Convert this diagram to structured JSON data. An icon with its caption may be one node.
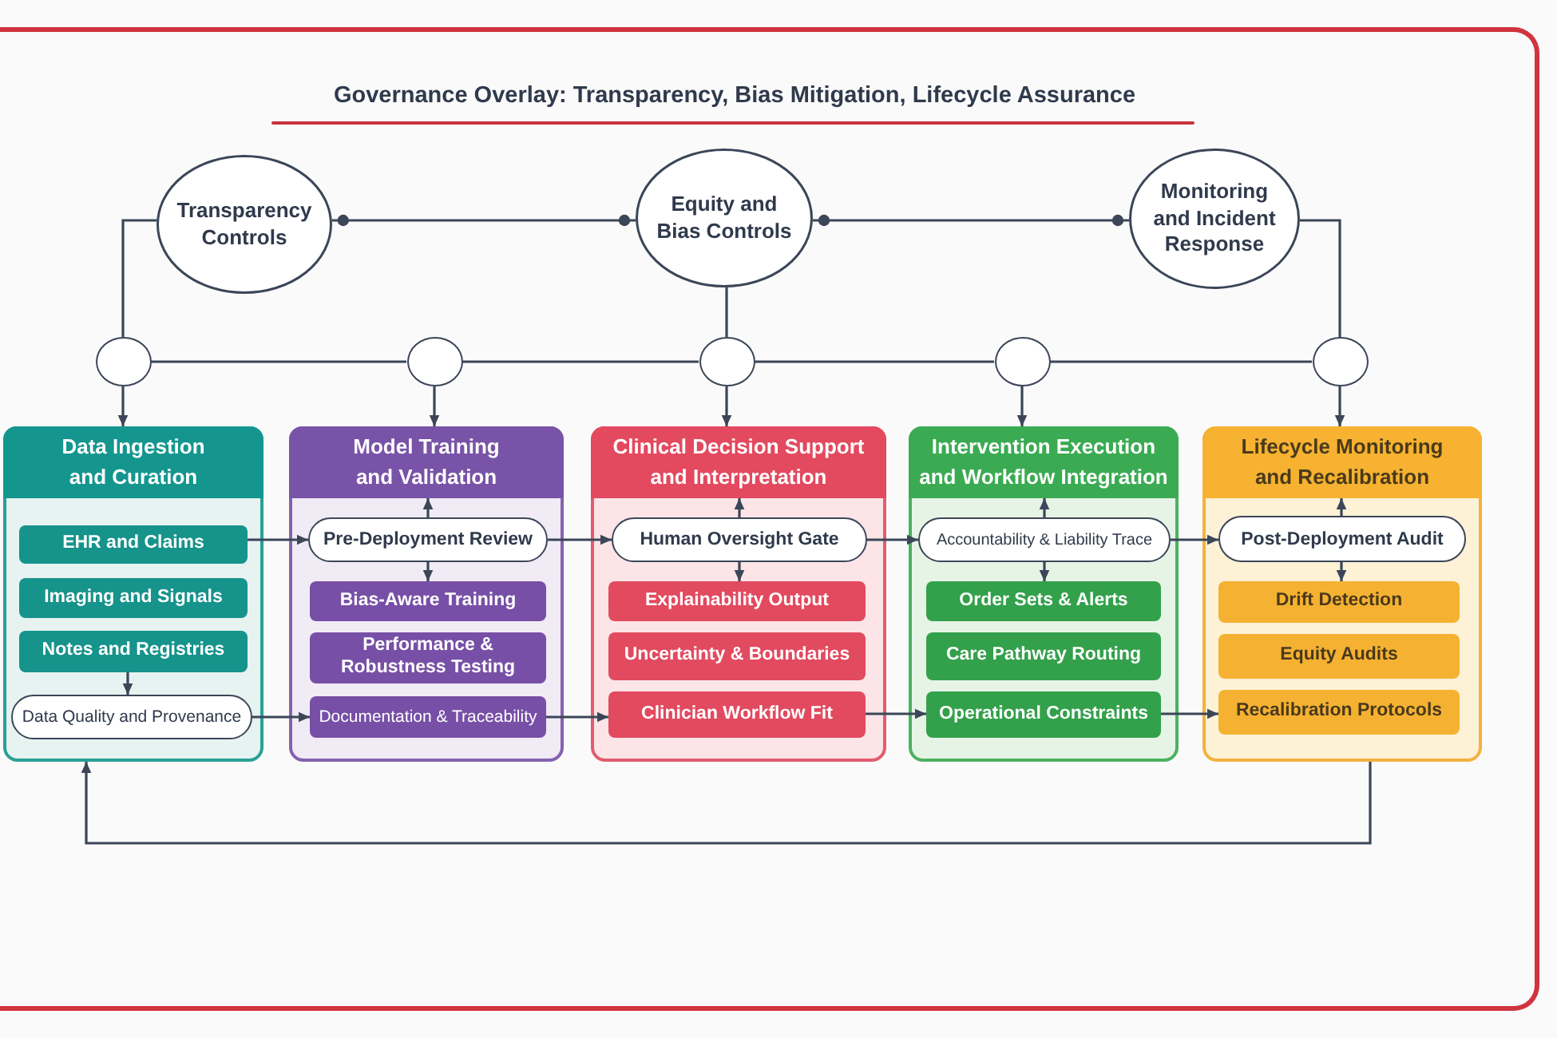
{
  "diagram": {
    "title": "Governance Overlay: Transparency, Bias Mitigation, Lifecycle Assurance",
    "nodes": [
      {
        "text": [
          "Transparency Controls"
        ]
      },
      {
        "text": [
          "Equity and Bias Controls"
        ]
      },
      {
        "text": [
          "Monitoring and Incident Response"
        ]
      },
      {
        "text": [],
        "shape": "circle"
      },
      {
        "text": [],
        "shape": "circle"
      },
      {
        "text": [],
        "shape": "circle"
      },
      {
        "text": [],
        "shape": "circle"
      },
      {
        "text": [],
        "shape": "circle"
      },
      {
        "text": [],
        "shape": "box"
      },
      {
        "text": [
          "Data Ingestion and Curation"
        ],
        "in": 8
      },
      {
        "text": [
          "EHR and Claims"
        ],
        "in": 8
      },
      {
        "text": [
          "Imaging and Signals"
        ],
        "in": 8
      },
      {
        "text": [
          "Notes and Registries"
        ],
        "in": 8
      },
      {
        "text": [
          "Data Quality and Provenance"
        ],
        "in": 8
      },
      {
        "text": [],
        "shape": "box"
      },
      {
        "text": [
          "Model Training and Validation"
        ],
        "in": 14
      },
      {
        "text": [
          "Pre-Deployment Review"
        ],
        "in": 14
      },
      {
        "text": [
          "Bias-Aware Training"
        ],
        "in": 14
      },
      {
        "text": [
          "Performance & Robustness Testing"
        ],
        "in": 14
      },
      {
        "text": [
          "Documentation & Traceability"
        ],
        "in": 14
      },
      {
        "text": [],
        "shape": "box"
      },
      {
        "text": [
          "Clinical Decision Support and Interpretation"
        ],
        "in": 20
      },
      {
        "text": [
          "Human Oversight Gate"
        ],
        "in": 20
      },
      {
        "text": [
          "Explainability Output"
        ],
        "in": 20
      },
      {
        "text": [
          "Uncertainty & Boundaries"
        ],
        "in": 20
      },
      {
        "text": [
          "Clinician Workflow Fit"
        ],
        "in": 20
      },
      {
        "text": [],
        "shape": "box"
      },
      {
        "text": [
          "Intervention Execution and Workflow Integration"
        ],
        "in": 26
      },
      {
        "text": [
          "Accountability & Liability Trace"
        ],
        "in": 26
      },
      {
        "text": [
          "Order Sets & Alerts"
        ],
        "in": 26
      },
      {
        "text": [
          "Care Pathway Routing"
        ],
        "in": 26
      },
      {
        "text": [
          "Operational Constraints"
        ],
        "in": 26
      },
      {
        "text": [],
        "shape": "box"
      },
      {
        "text": [
          "Lifecycle Monitoring and Recalibration"
        ],
        "in": 32
      },
      {
        "text": [
          "Post-Deployment Audit"
        ],
        "in": 32
      },
      {
        "text": [
          "Drift Detection"
        ],
        "in": 32
      },
      {
        "text": [
          "Equity Audits"
        ],
        "in": 32
      },
      {
        "text": [
          "Recalibration Protocols"
        ],
        "in": 32
      }
    ],
    "edges": [
      {
        "from": 0,
        "to": 1,
        "arrow": "other"
      },
      {
        "from": 1,
        "to": 2,
        "arrow": "other"
      },
      {
        "from": 0,
        "to": 3,
        "arrow": "none"
      },
      {
        "from": 3,
        "to": 4,
        "arrow": "none"
      },
      {
        "from": 4,
        "to": 5,
        "arrow": "none"
      },
      {
        "from": 5,
        "to": 6,
        "arrow": "none"
      },
      {
        "from": 6,
        "to": 7,
        "arrow": "none"
      },
      {
        "from": 1,
        "to": 5,
        "arrow": "none"
      },
      {
        "from": 2,
        "to": 7,
        "arrow": "none"
      },
      {
        "from": 3,
        "to": 8,
        "arrow": "to"
      },
      {
        "from": 4,
        "to": 14,
        "arrow": "to"
      },
      {
        "from": 5,
        "to": 20,
        "arrow": "to"
      },
      {
        "from": 6,
        "to": 26,
        "arrow": "to"
      },
      {
        "from": 7,
        "to": 32,
        "arrow": "to"
      },
      {
        "from": 10,
        "to": 16,
        "arrow": "to"
      },
      {
        "from": 13,
        "to": 19,
        "arrow": "to"
      },
      {
        "from": 12,
        "to": 13,
        "arrow": "to"
      },
      {
        "from": 16,
        "to": 15,
        "arrow": "to"
      },
      {
        "from": 16,
        "to": 17,
        "arrow": "to"
      },
      {
        "from": 16,
        "to": 22,
        "arrow": "to"
      },
      {
        "from": 19,
        "to": 25,
        "arrow": "to"
      },
      {
        "from": 22,
        "to": 21,
        "arrow": "to"
      },
      {
        "from": 22,
        "to": 23,
        "arrow": "to"
      },
      {
        "from": 22,
        "to": 28,
        "arrow": "to"
      },
      {
        "from": 25,
        "to": 31,
        "arrow": "to"
      },
      {
        "from": 28,
        "to": 27,
        "arrow": "to"
      },
      {
        "from": 28,
        "to": 29,
        "arrow": "to"
      },
      {
        "from": 28,
        "to": 34,
        "arrow": "to"
      },
      {
        "from": 31,
        "to": 37,
        "arrow": "to"
      },
      {
        "from": 34,
        "to": 33,
        "arrow": "to"
      },
      {
        "from": 34,
        "to": 35,
        "arrow": "to"
      },
      {
        "from": 32,
        "to": 8,
        "arrow": "to"
      }
    ]
  }
}
